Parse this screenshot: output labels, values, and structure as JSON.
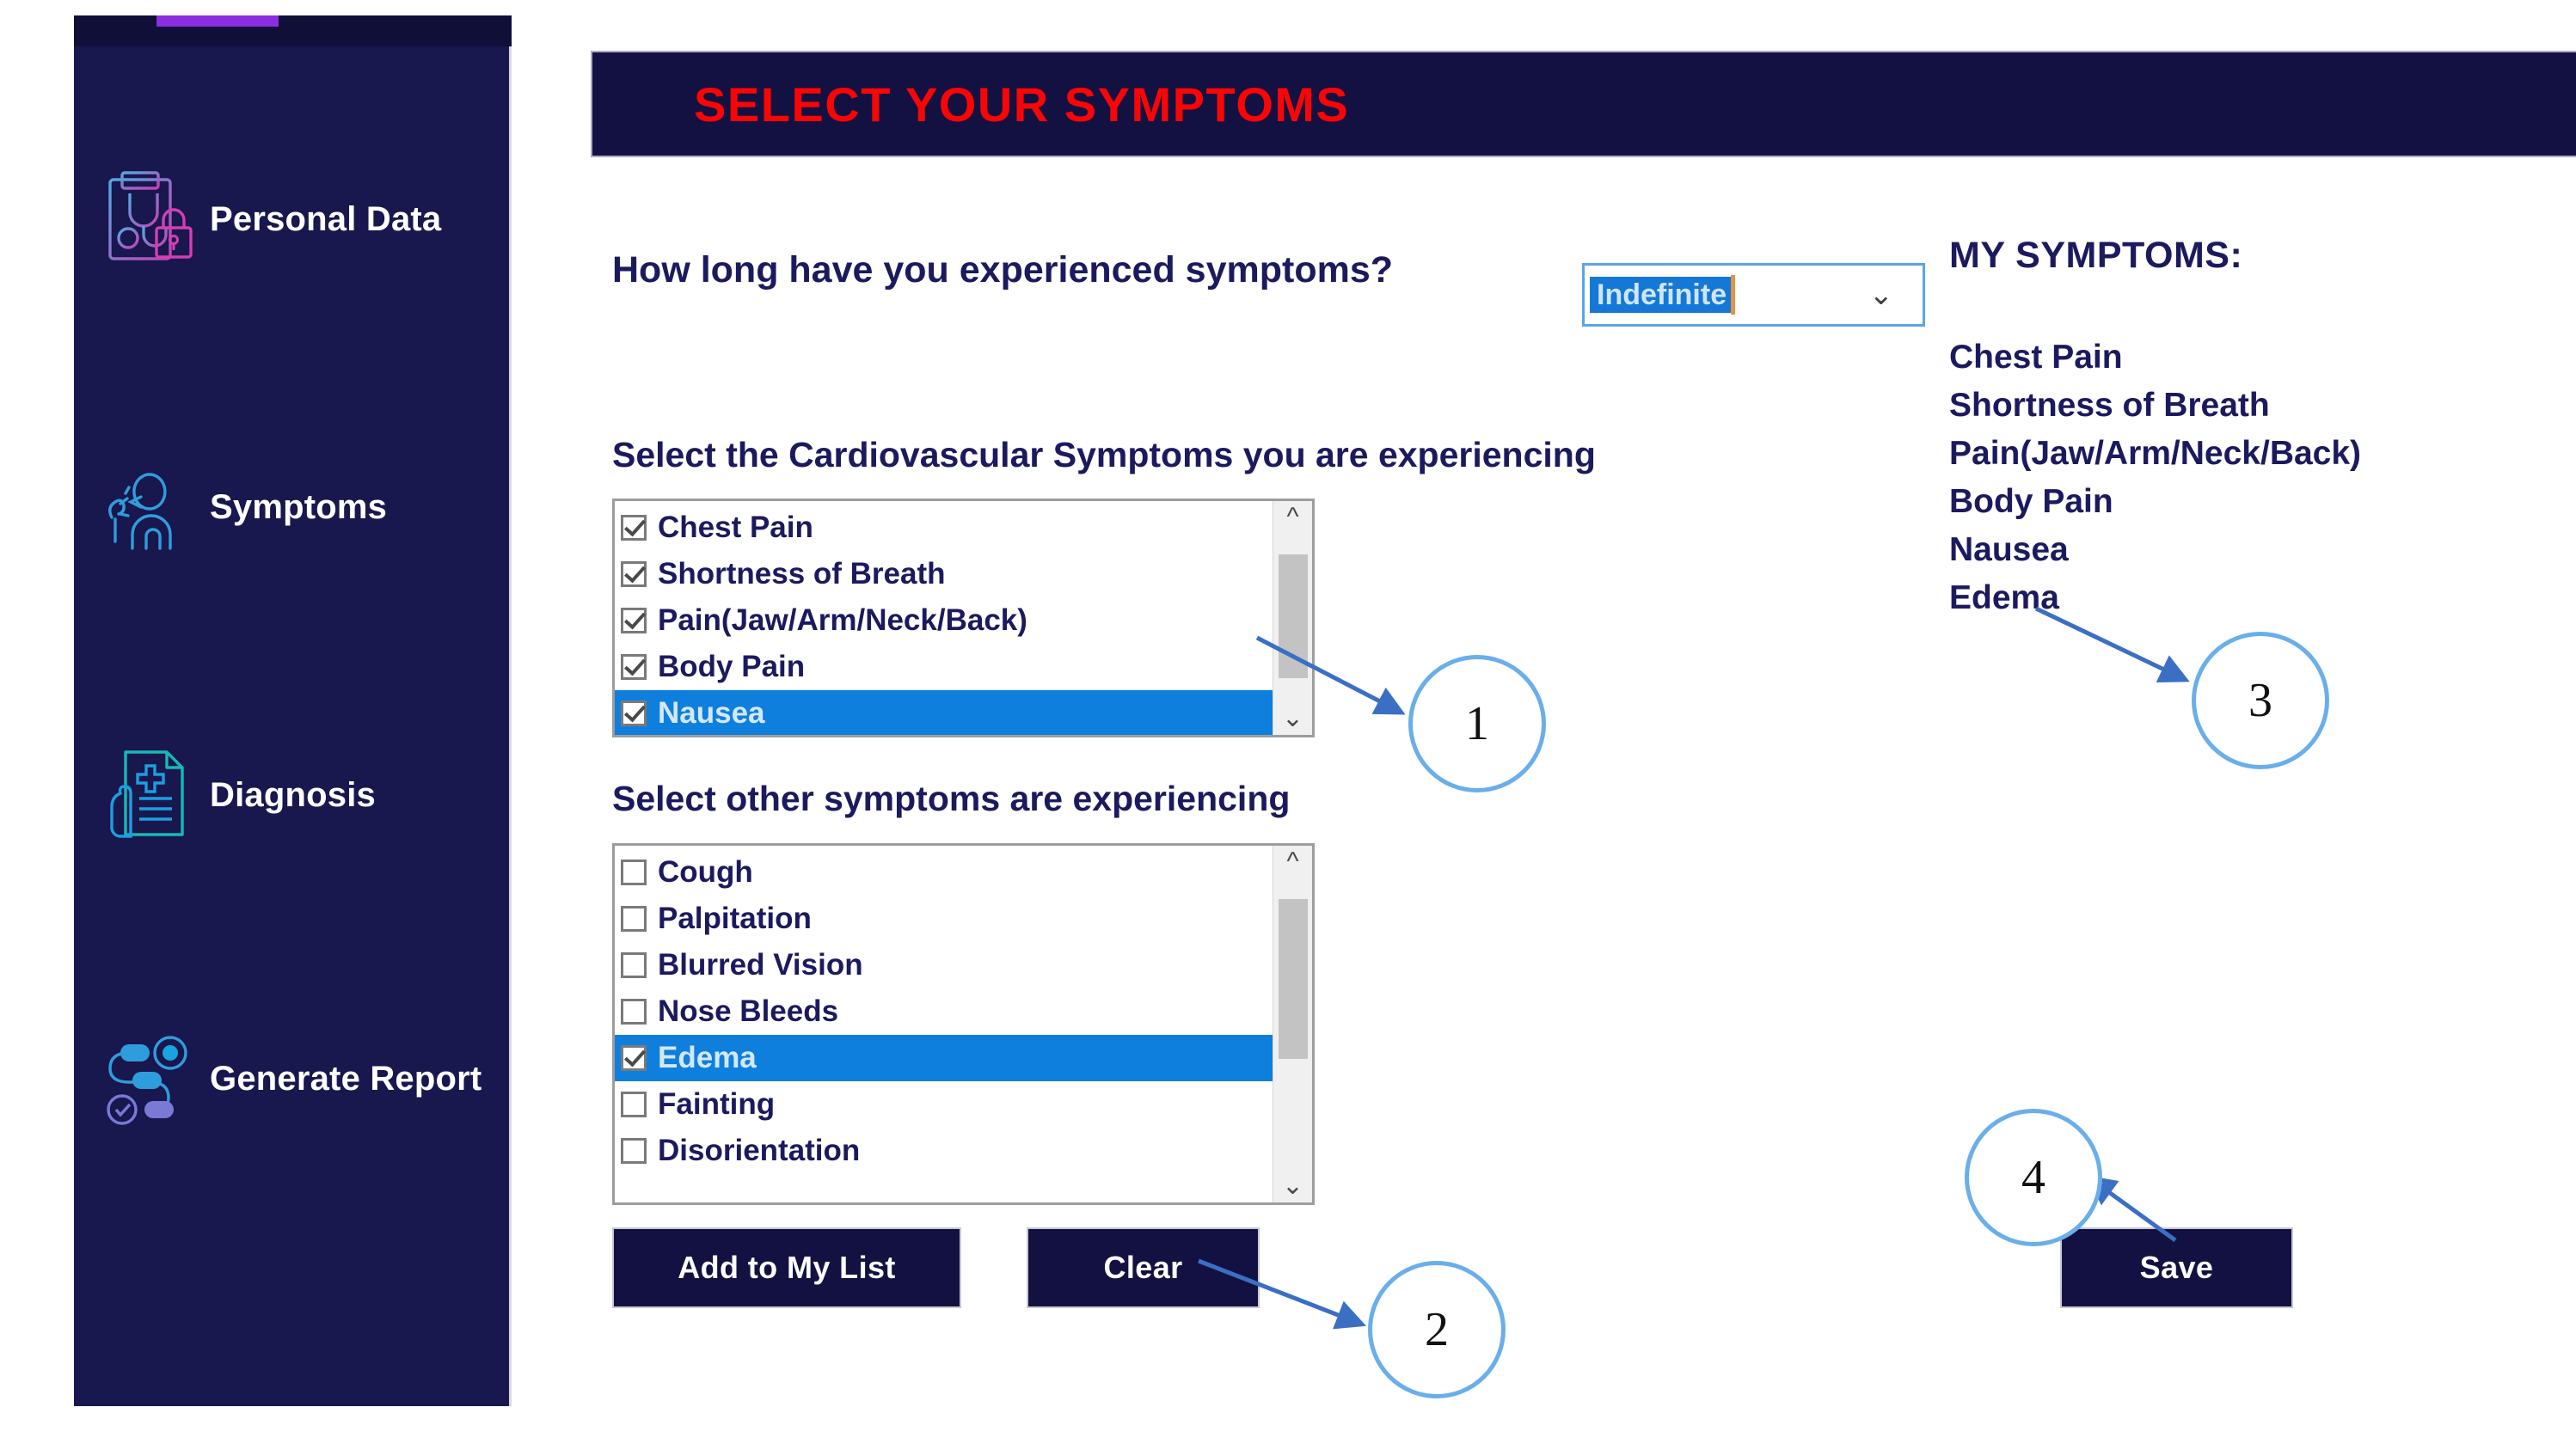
{
  "header": {
    "title": "SELECT YOUR SYMPTOMS"
  },
  "sidebar": {
    "items": [
      {
        "label": "Personal Data",
        "icon": "clipboard-stethoscope-lock-icon"
      },
      {
        "label": "Symptoms",
        "icon": "coughing-person-icon"
      },
      {
        "label": "Diagnosis",
        "icon": "medical-report-hand-icon"
      },
      {
        "label": "Generate Report",
        "icon": "workflow-nodes-icon"
      }
    ]
  },
  "form": {
    "duration_question": "How long have you experienced symptoms?",
    "duration_value": "Indefinite",
    "cardio_heading": "Select the Cardiovascular Symptoms you are experiencing",
    "other_heading": "Select other symptoms are experiencing",
    "cardio_items": [
      {
        "label": "Chest Pain",
        "checked": true,
        "selected": false
      },
      {
        "label": "Shortness of Breath",
        "checked": true,
        "selected": false
      },
      {
        "label": "Pain(Jaw/Arm/Neck/Back)",
        "checked": true,
        "selected": false
      },
      {
        "label": "Body Pain",
        "checked": true,
        "selected": false
      },
      {
        "label": "Nausea",
        "checked": true,
        "selected": true
      }
    ],
    "other_items": [
      {
        "label": "Cough",
        "checked": false,
        "selected": false
      },
      {
        "label": "Palpitation",
        "checked": false,
        "selected": false
      },
      {
        "label": "Blurred Vision",
        "checked": false,
        "selected": false
      },
      {
        "label": "Nose Bleeds",
        "checked": false,
        "selected": false
      },
      {
        "label": "Edema",
        "checked": true,
        "selected": true
      },
      {
        "label": "Fainting",
        "checked": false,
        "selected": false
      },
      {
        "label": "Disorientation",
        "checked": false,
        "selected": false
      }
    ]
  },
  "buttons": {
    "add_to_my_list": "Add to My List",
    "clear": "Clear",
    "save": "Save"
  },
  "my_symptoms": {
    "title": "MY SYMPTOMS:",
    "items": [
      "Chest Pain",
      "Shortness of Breath",
      "Pain(Jaw/Arm/Neck/Back)",
      "Body Pain",
      "Nausea",
      "Edema"
    ]
  },
  "callouts": [
    {
      "number": "1"
    },
    {
      "number": "2"
    },
    {
      "number": "3"
    },
    {
      "number": "4"
    }
  ],
  "colors": {
    "sidebar_bg": "#18174e",
    "title_bar_bg": "#131141",
    "title_text": "#fa0505",
    "accent_purple": "#8b2ee0",
    "list_selection": "#0f7fdd",
    "body_text": "#1c1a5e",
    "callout_border": "#6aaeea",
    "arrow": "#3a6fc4"
  }
}
